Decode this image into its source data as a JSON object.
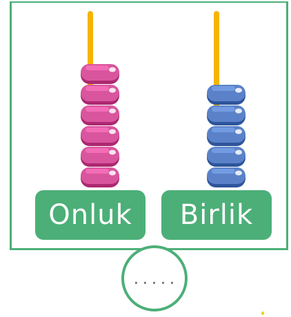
{
  "abacus": {
    "tens": {
      "label": "Onluk",
      "bead_count": 6,
      "bead_color": "#d9559d"
    },
    "ones": {
      "label": "Birlik",
      "bead_count": 5,
      "bead_color": "#5b82c8"
    },
    "rod_color": "#f5b400",
    "frame_color": "#4caf78"
  },
  "answer": {
    "placeholder": "....."
  }
}
